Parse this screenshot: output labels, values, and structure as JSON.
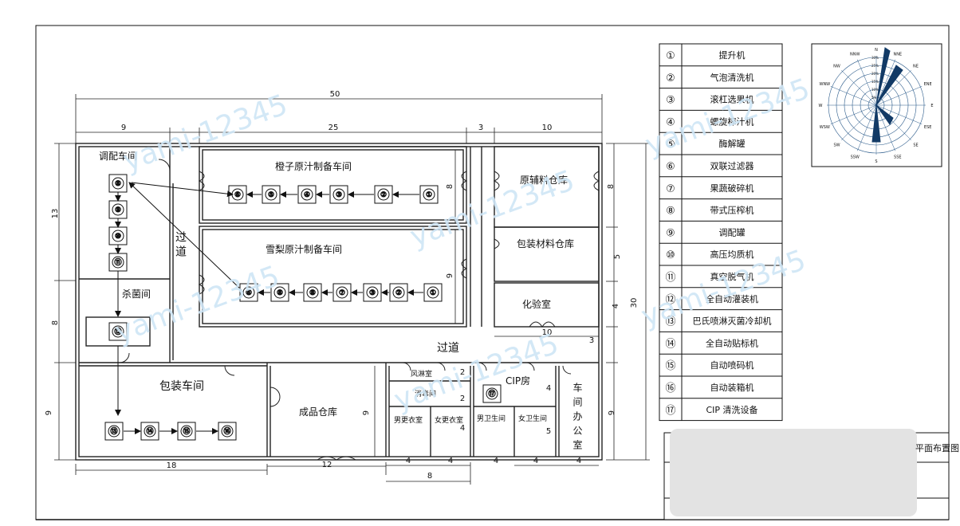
{
  "dimensions": {
    "total_length": "50",
    "total_width": "30",
    "left_width": "9",
    "juice_len": "25",
    "passage_w": "3",
    "store_w": "10",
    "left_h1": "13",
    "left_h2": "8",
    "left_h3": "9",
    "juice_h1": "8",
    "juice_h2": "9",
    "store_h1": "8",
    "store_h2": "5",
    "store_h3": "4",
    "lab_w": "10",
    "corr_w": "3",
    "right_h": "9",
    "pack_w": "18",
    "fg_w": "12",
    "fg_h": "9",
    "small_a": "4",
    "small_b": "4",
    "small_c": "8",
    "small_d": "4",
    "small_e": "4",
    "office_w": "4",
    "room_h1": "2",
    "room_h2": "4",
    "room_h3": "5",
    "room_h4": "4",
    "room_h5": "2"
  },
  "rooms": {
    "blending": "调配车间",
    "orange": "橙子原汁制备车间",
    "pear": "雪梨原汁制备车间",
    "passage_v": "过道",
    "raw_store": "原辅料仓库",
    "pack_store": "包装材料仓库",
    "lab": "化验室",
    "sterilize": "杀菌间",
    "passage_h": "过道",
    "packaging": "包装车间",
    "finished": "成品仓库",
    "air_shower": "风淋室",
    "buffer": "消毒间",
    "cip": "CIP房",
    "office": "车间办公室",
    "male_locker": "男更衣室",
    "female_locker": "女更衣室",
    "male_wc": "男卫生间",
    "female_wc": "女卫生间"
  },
  "legend": [
    {
      "num": "①",
      "name": "提升机"
    },
    {
      "num": "②",
      "name": "气泡清洗机"
    },
    {
      "num": "③",
      "name": "滚杠选果机"
    },
    {
      "num": "④",
      "name": "螺旋榨汁机"
    },
    {
      "num": "⑤",
      "name": "酶解罐"
    },
    {
      "num": "⑥",
      "name": "双联过滤器"
    },
    {
      "num": "⑦",
      "name": "果蔬破碎机"
    },
    {
      "num": "⑧",
      "name": "带式压榨机"
    },
    {
      "num": "⑨",
      "name": "调配罐"
    },
    {
      "num": "⑩",
      "name": "高压均质机"
    },
    {
      "num": "⑪",
      "name": "真空脱气机"
    },
    {
      "num": "⑫",
      "name": "全自动灌装机"
    },
    {
      "num": "⑬",
      "name": "巴氏喷淋灭菌冷却机"
    },
    {
      "num": "⑭",
      "name": "全自动贴标机"
    },
    {
      "num": "⑮",
      "name": "自动喷码机"
    },
    {
      "num": "⑯",
      "name": "自动装箱机"
    },
    {
      "num": "⑰",
      "name": "CIP 清洗设备"
    }
  ],
  "windrose": {
    "directions": [
      "N",
      "NNE",
      "NE",
      "ENE",
      "E",
      "ESE",
      "SE",
      "SSE",
      "S",
      "SSW",
      "SW",
      "WSW",
      "W",
      "WNW",
      "NW",
      "NNW"
    ],
    "rings": [
      "5%",
      "10%",
      "15%",
      "20%",
      "25%",
      "30%"
    ]
  },
  "title_block": {
    "title": "平面布置图"
  },
  "watermark": "yami-12345",
  "equipment": {
    "orange": [
      "⑥",
      "⑤",
      "④",
      "③",
      "②",
      "①"
    ],
    "pear": [
      "⑥",
      "⑧",
      "⑧",
      "⑦",
      "③",
      "②",
      "①"
    ],
    "blend": [
      "⑧",
      "⑨",
      "⑩",
      "⑪"
    ],
    "fill": "⑫",
    "pack": [
      "⑬",
      "⑭",
      "⑮",
      "⑯"
    ],
    "cip": "⑰"
  }
}
